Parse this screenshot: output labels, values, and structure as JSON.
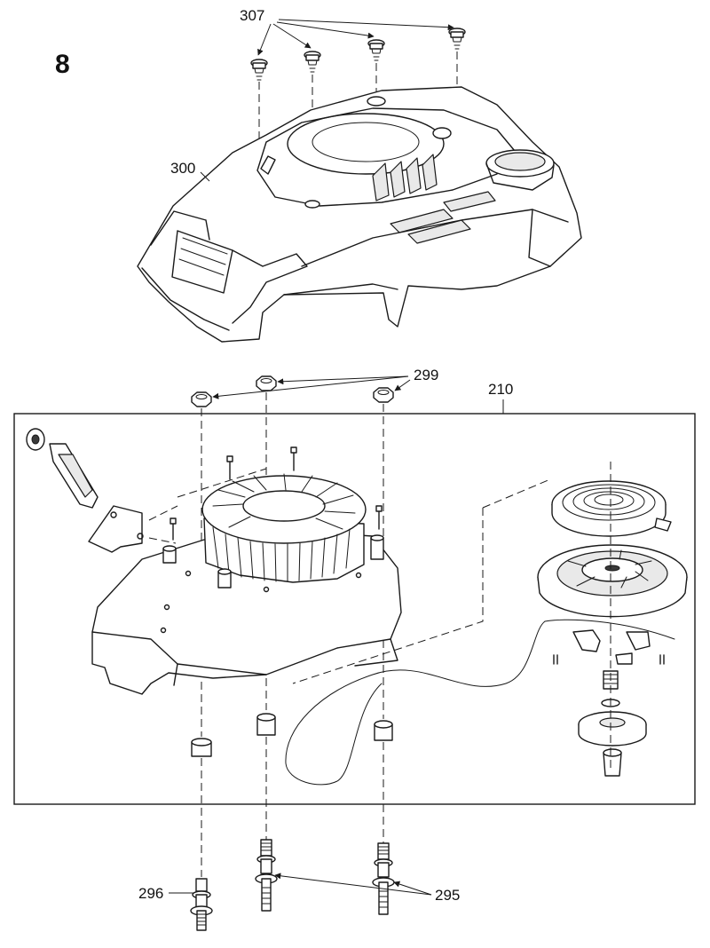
{
  "figure": {
    "number": "8"
  },
  "callouts": {
    "screws_top": "307",
    "engine_cover": "300",
    "nuts": "299",
    "starter_assembly": "210",
    "stud_single": "296",
    "studs_pair": "295"
  },
  "colors": {
    "ink": "#1a1a1a",
    "background": "#ffffff",
    "shade": "#e9e9e9"
  }
}
